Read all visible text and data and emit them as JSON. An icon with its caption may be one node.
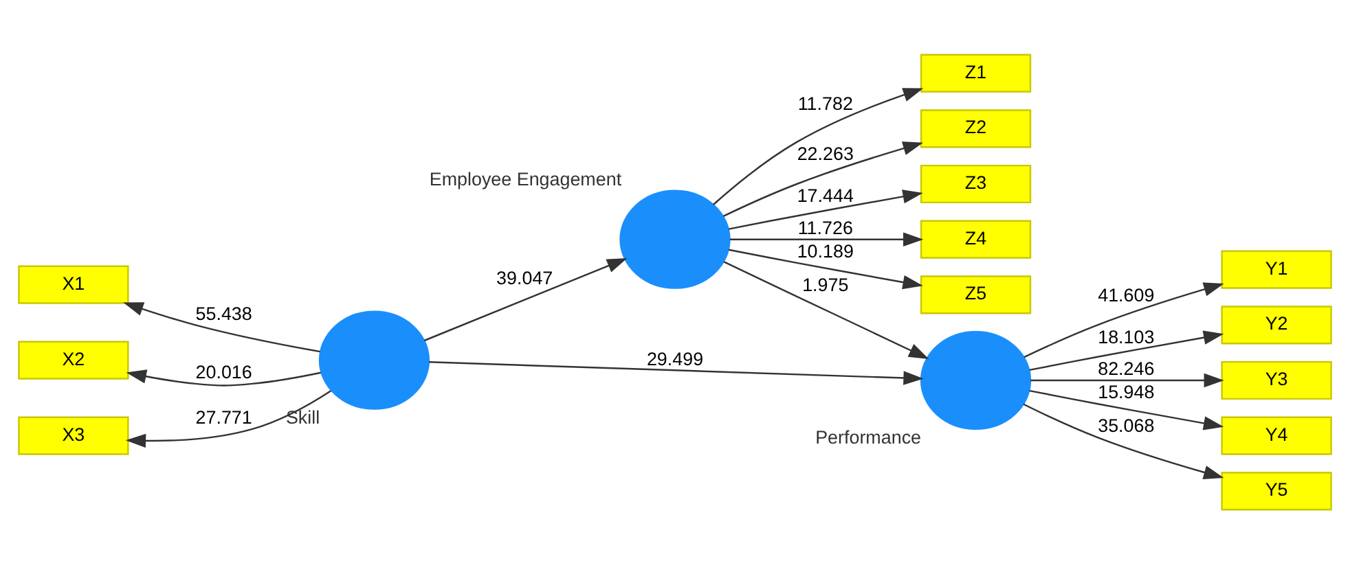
{
  "diagram": {
    "nodes": [
      {
        "text": [
          "Z1"
        ]
      },
      {
        "text": [
          "Z2"
        ]
      },
      {
        "text": [
          "Z3"
        ]
      },
      {
        "text": [
          "Z4"
        ]
      },
      {
        "text": [
          "Z5"
        ]
      },
      {
        "text": [
          "Employee Engagement"
        ]
      },
      {
        "text": [
          "X1"
        ]
      },
      {
        "text": [
          "X2"
        ]
      },
      {
        "text": [
          "X3"
        ]
      },
      {
        "text": [
          "Skill"
        ]
      },
      {
        "text": [
          "Performance"
        ]
      },
      {
        "text": [
          "Y1"
        ]
      },
      {
        "text": [
          "Y2"
        ]
      },
      {
        "text": [
          "Y3"
        ]
      },
      {
        "text": [
          "Y4"
        ]
      },
      {
        "text": [
          "Y5"
        ]
      }
    ],
    "edges": [
      {
        "from": 5,
        "to": 0,
        "arrow": "to",
        "label": "11.782"
      },
      {
        "from": 5,
        "to": 1,
        "arrow": "to",
        "label": "22.263"
      },
      {
        "from": 5,
        "to": 2,
        "arrow": "to",
        "label": "17.444"
      },
      {
        "from": 5,
        "to": 3,
        "arrow": "to",
        "label": "11.726"
      },
      {
        "from": 5,
        "to": 4,
        "arrow": "to",
        "label": "10.189"
      },
      {
        "from": 9,
        "to": 5,
        "arrow": "to",
        "label": "39.047"
      },
      {
        "from": 5,
        "to": 10,
        "arrow": "to",
        "label": "1.975"
      },
      {
        "from": 9,
        "to": 6,
        "arrow": "to",
        "label": "55.438"
      },
      {
        "from": 9,
        "to": 7,
        "arrow": "to",
        "label": "20.016"
      },
      {
        "from": 9,
        "to": 8,
        "arrow": "to",
        "label": "27.771"
      },
      {
        "from": 9,
        "to": 10,
        "arrow": "to",
        "label": "29.499"
      },
      {
        "from": 10,
        "to": 11,
        "arrow": "to",
        "label": "41.609"
      },
      {
        "from": 10,
        "to": 12,
        "arrow": "to",
        "label": "18.103"
      },
      {
        "from": 10,
        "to": 13,
        "arrow": "to",
        "label": "82.246"
      },
      {
        "from": 10,
        "to": 14,
        "arrow": "to",
        "label": "15.948"
      },
      {
        "from": 10,
        "to": 15,
        "arrow": "to",
        "label": "35.068"
      }
    ]
  }
}
